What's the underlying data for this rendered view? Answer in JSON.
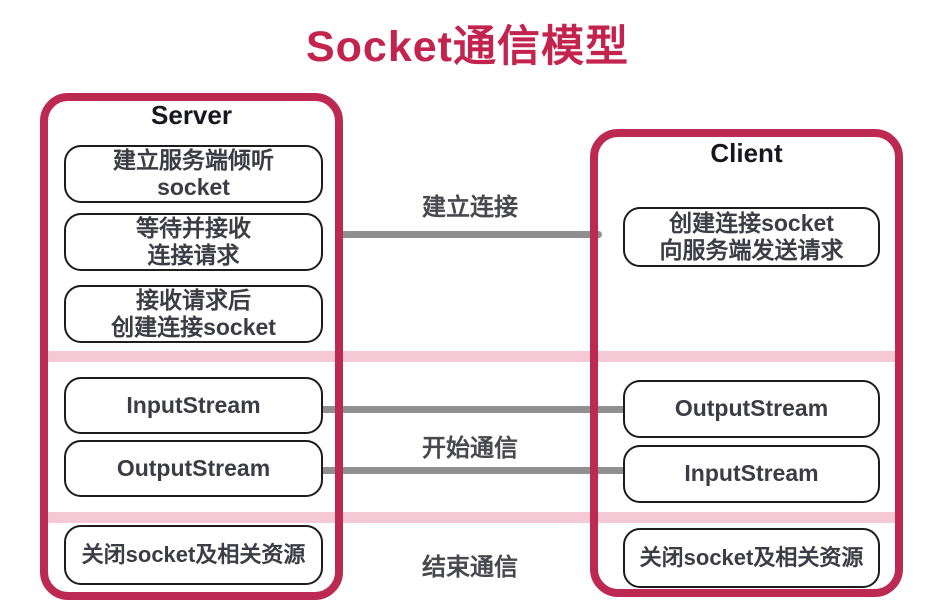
{
  "title": "Socket通信模型",
  "colors": {
    "title": "#c2234f",
    "panel_border": "#bc2a53",
    "pink_divider": "#f4c8d4",
    "gray_connector": "#8f8f8f",
    "step_border": "#1c1c1c",
    "step_text": "#3c3c45"
  },
  "server": {
    "title": "Server",
    "steps": [
      {
        "label": "建立服务端倾听\nsocket"
      },
      {
        "label": "等待并接收\n连接请求"
      },
      {
        "label": "接收请求后\n创建连接socket"
      },
      {
        "label": "InputStream"
      },
      {
        "label": "OutputStream"
      },
      {
        "label": "关闭socket及相关资源"
      }
    ]
  },
  "client": {
    "title": "Client",
    "steps": [
      {
        "label": "创建连接socket\n向服务端发送请求"
      },
      {
        "label": "OutputStream"
      },
      {
        "label": "InputStream"
      },
      {
        "label": "关闭socket及相关资源"
      }
    ]
  },
  "phases": [
    {
      "label": "建立连接"
    },
    {
      "label": "开始通信"
    },
    {
      "label": "结束通信"
    }
  ]
}
